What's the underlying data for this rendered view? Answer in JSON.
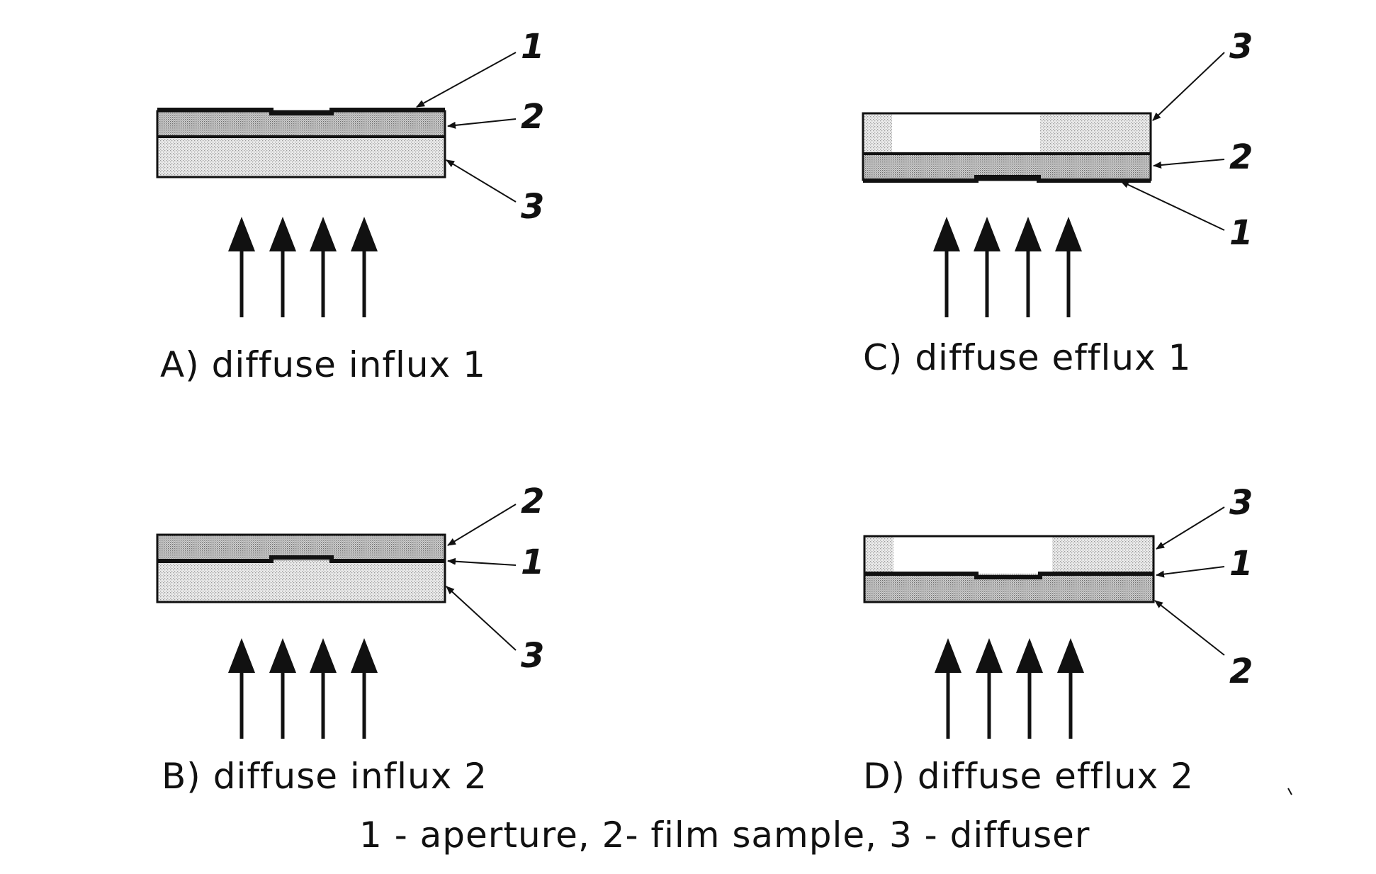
{
  "panels": [
    {
      "id": "A",
      "caption": "A) diffuse influx 1",
      "layers_top_to_bottom": [
        "1",
        "2",
        "3"
      ]
    },
    {
      "id": "B",
      "caption": "B) diffuse influx 2",
      "layers_top_to_bottom": [
        "2",
        "1",
        "3"
      ]
    },
    {
      "id": "C",
      "caption": "C) diffuse efflux 1",
      "layers_top_to_bottom": [
        "3",
        "2",
        "1"
      ]
    },
    {
      "id": "D",
      "caption": "D) diffuse efflux 2",
      "layers_top_to_bottom": [
        "3",
        "1",
        "2"
      ]
    }
  ],
  "labels": {
    "aperture": "1",
    "film_sample": "2",
    "diffuser": "3"
  },
  "legend": "1 - aperture, 2- film sample, 3 - diffuser",
  "colors": {
    "ink": "#111111",
    "stipple_light": "#d9d9d9",
    "stipple_dark": "#bdbdbd",
    "background": "#ffffff"
  }
}
